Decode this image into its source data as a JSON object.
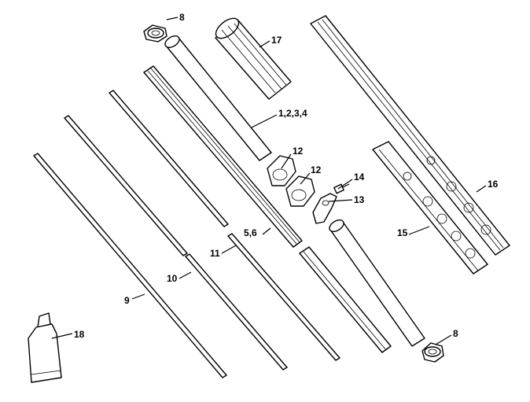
{
  "callouts": {
    "c8a": "8",
    "c17": "17",
    "c1234": "1,2,3,4",
    "c12a": "12",
    "c12b": "12",
    "c14": "14",
    "c13": "13",
    "c16": "16",
    "c15": "15",
    "c56": "5,6",
    "c11": "11",
    "c10": "10",
    "c9": "9",
    "c18": "18",
    "c8b": "8"
  }
}
